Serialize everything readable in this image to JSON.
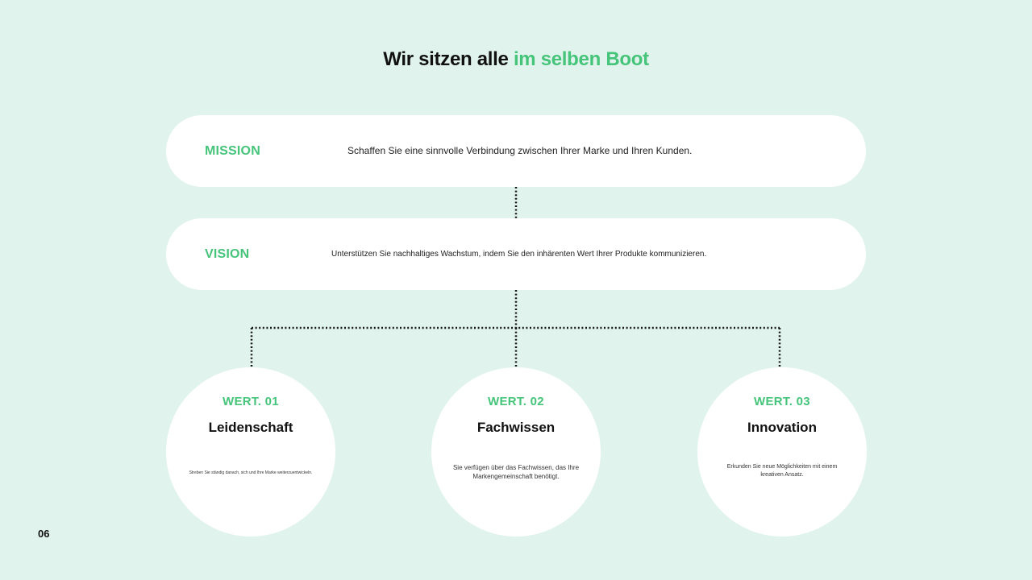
{
  "title": {
    "prefix": "Wir sitzen alle",
    "accent": "im selben Boot"
  },
  "mission": {
    "label": "MISSION",
    "text": "Schaffen Sie eine sinnvolle Verbindung zwischen Ihrer Marke und Ihren Kunden."
  },
  "vision": {
    "label": "VISION",
    "text": "Unterstützen Sie nachhaltiges Wachstum, indem Sie den inhärenten Wert Ihrer Produkte kommunizieren."
  },
  "values": [
    {
      "label": "WERT. 01",
      "name": "Leidenschaft",
      "desc": "Streben Sie ständig danach, sich und Ihre Marke weiterzuentwickeln."
    },
    {
      "label": "WERT. 02",
      "name": "Fachwissen",
      "desc": "Sie verfügen über das Fachwissen, das Ihre Markengemeinschaft benötigt."
    },
    {
      "label": "WERT. 03",
      "name": "Innovation",
      "desc": "Erkunden Sie neue Möglichkeiten mit einem kreativen Ansatz."
    }
  ],
  "page_number": "06",
  "colors": {
    "background": "#e0f3ec",
    "accent": "#45c47a",
    "card": "#ffffff",
    "connector": "#1a1a1a"
  }
}
